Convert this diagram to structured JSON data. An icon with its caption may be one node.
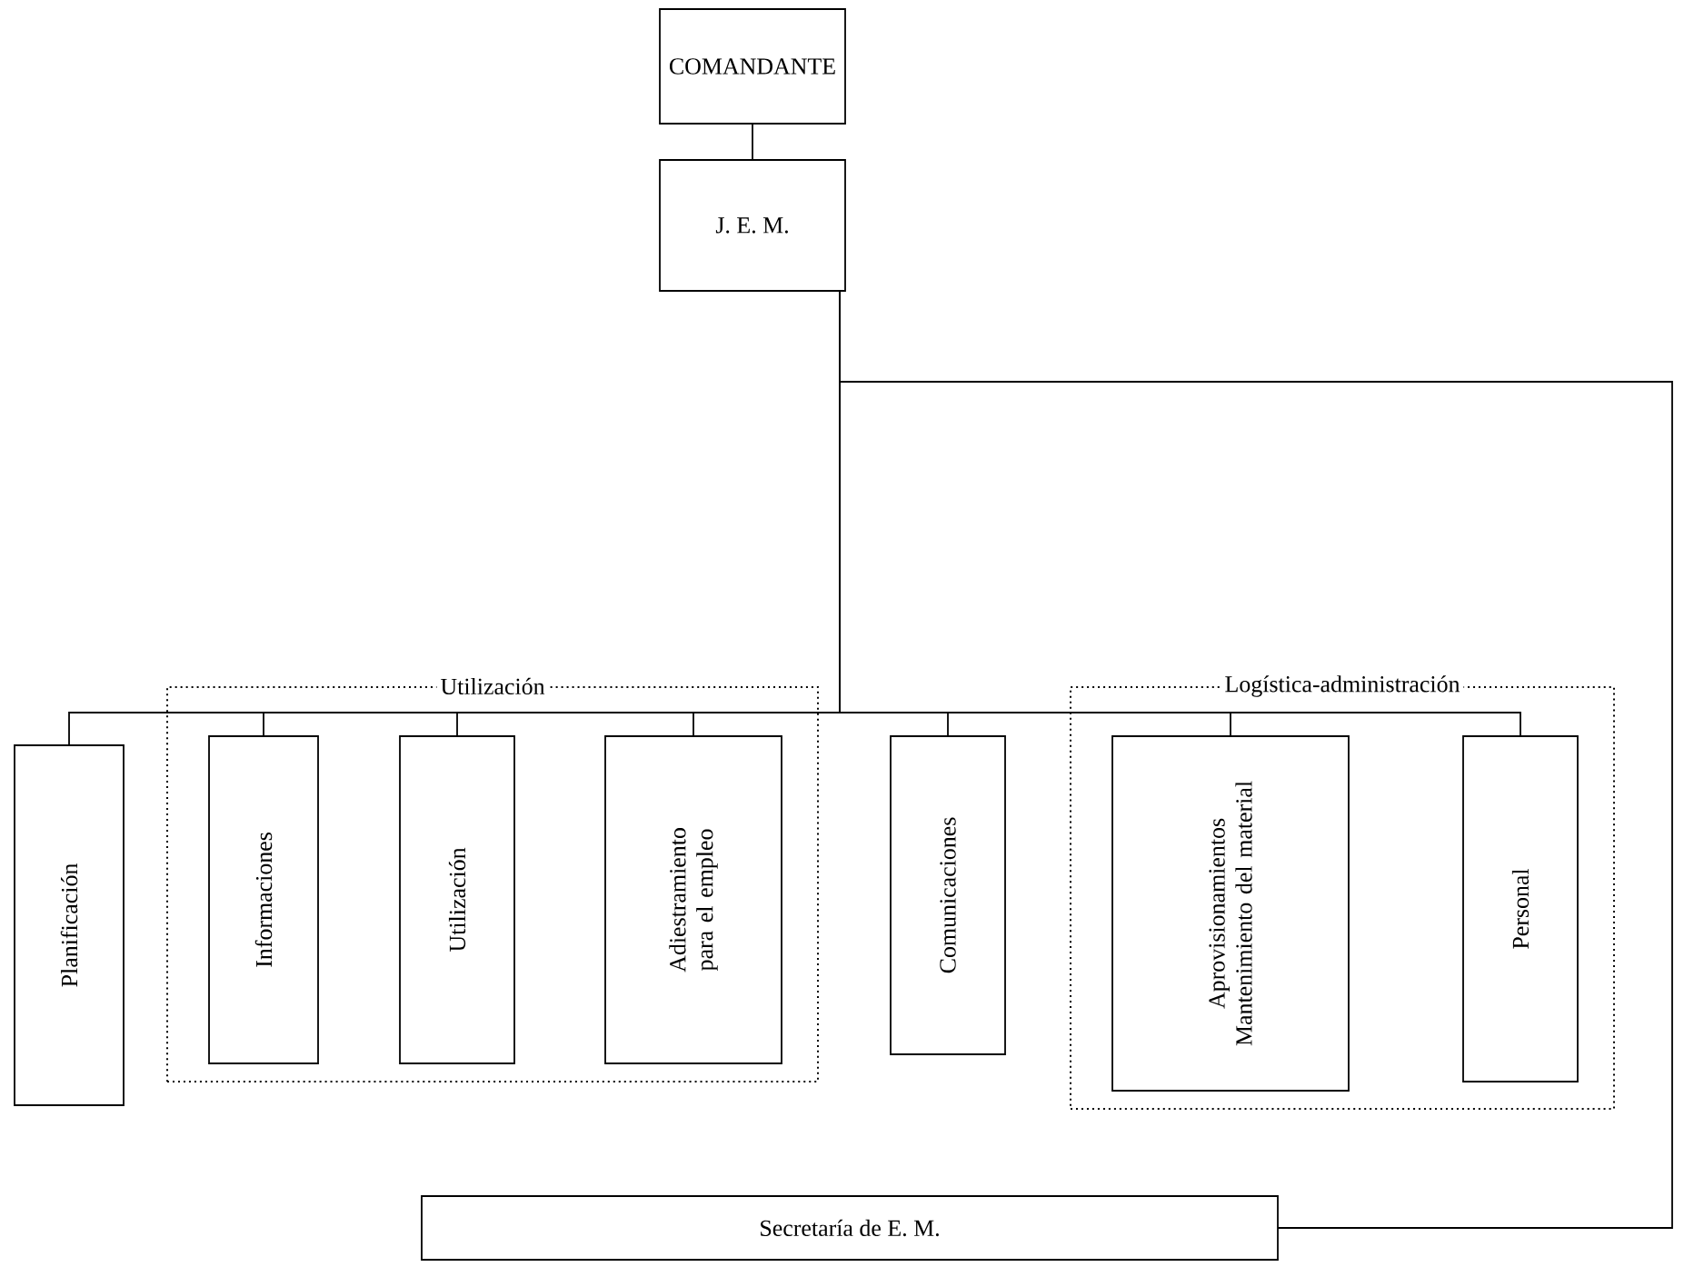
{
  "diagram": {
    "nodes": [
      {
        "text": [
          "COMANDANTE"
        ]
      },
      {
        "text": [
          "J. E. M."
        ]
      },
      {
        "text": [
          "Planificación"
        ]
      },
      {
        "text": [
          "Utilización"
        ]
      },
      {
        "text": [
          "Informaciones"
        ],
        "in": 3
      },
      {
        "text": [
          "Utilización"
        ],
        "in": 3
      },
      {
        "text": [
          "Adiestramiento para el empleo"
        ],
        "in": 3
      },
      {
        "text": [
          "Comunicaciones"
        ]
      },
      {
        "text": [
          "Logística-administración"
        ]
      },
      {
        "text": [
          "Aprovisionamientos Mantenimiento del material"
        ],
        "in": 8
      },
      {
        "text": [
          "Personal"
        ],
        "in": 8
      },
      {
        "text": [
          "Secretaría de E. M."
        ]
      }
    ],
    "edges": [
      {
        "from": 0,
        "to": 1,
        "arrow": "none"
      },
      {
        "from": 1,
        "to": 2,
        "arrow": "none"
      },
      {
        "from": 1,
        "to": 4,
        "arrow": "none"
      },
      {
        "from": 1,
        "to": 5,
        "arrow": "none"
      },
      {
        "from": 1,
        "to": 6,
        "arrow": "none"
      },
      {
        "from": 1,
        "to": 7,
        "arrow": "none"
      },
      {
        "from": 1,
        "to": 9,
        "arrow": "none"
      },
      {
        "from": 1,
        "to": 10,
        "arrow": "none"
      },
      {
        "from": 1,
        "to": 11,
        "arrow": "none"
      }
    ]
  }
}
